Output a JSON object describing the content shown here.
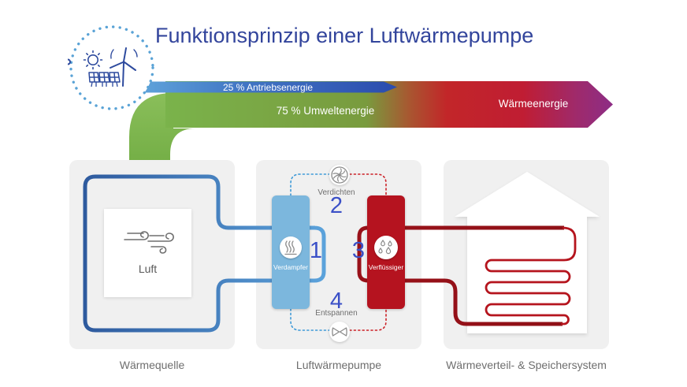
{
  "title": "Funktionsprinzip einer Luftwärmepumpe",
  "energy_flow": {
    "drive_label": "25 % Antriebsenergie",
    "environment_label": "75 % Umweltenergie",
    "heat_label": "Wärmeenergie"
  },
  "sections": {
    "heat_source": {
      "label": "Wärmequelle",
      "medium": "Luft"
    },
    "heat_pump": {
      "label": "Luftwärmepumpe",
      "steps": [
        {
          "num": "1",
          "name": "Verdampfer"
        },
        {
          "num": "2",
          "name": "Verdichten"
        },
        {
          "num": "3",
          "name": "Verflüssiger"
        },
        {
          "num": "4",
          "name": "Entspannen"
        }
      ]
    },
    "distribution": {
      "label": "Wärmeverteil- & Speichersystem"
    }
  },
  "colors": {
    "title_blue": "#33459c",
    "number_blue": "#3b50c7",
    "band_green": "#7ab34b",
    "band_blue_start": "#68b1e1",
    "band_blue_end": "#2b4cae",
    "band_red": "#c0262a",
    "band_purple": "#8d2d85",
    "evaporator_blue": "#7cb7dd",
    "condenser_red": "#b5131f",
    "pipe_blue": "#4a90d0",
    "pipe_red": "#9a1219",
    "panel_gray": "#f0f0f0",
    "caption_gray": "#6e6e6e"
  }
}
